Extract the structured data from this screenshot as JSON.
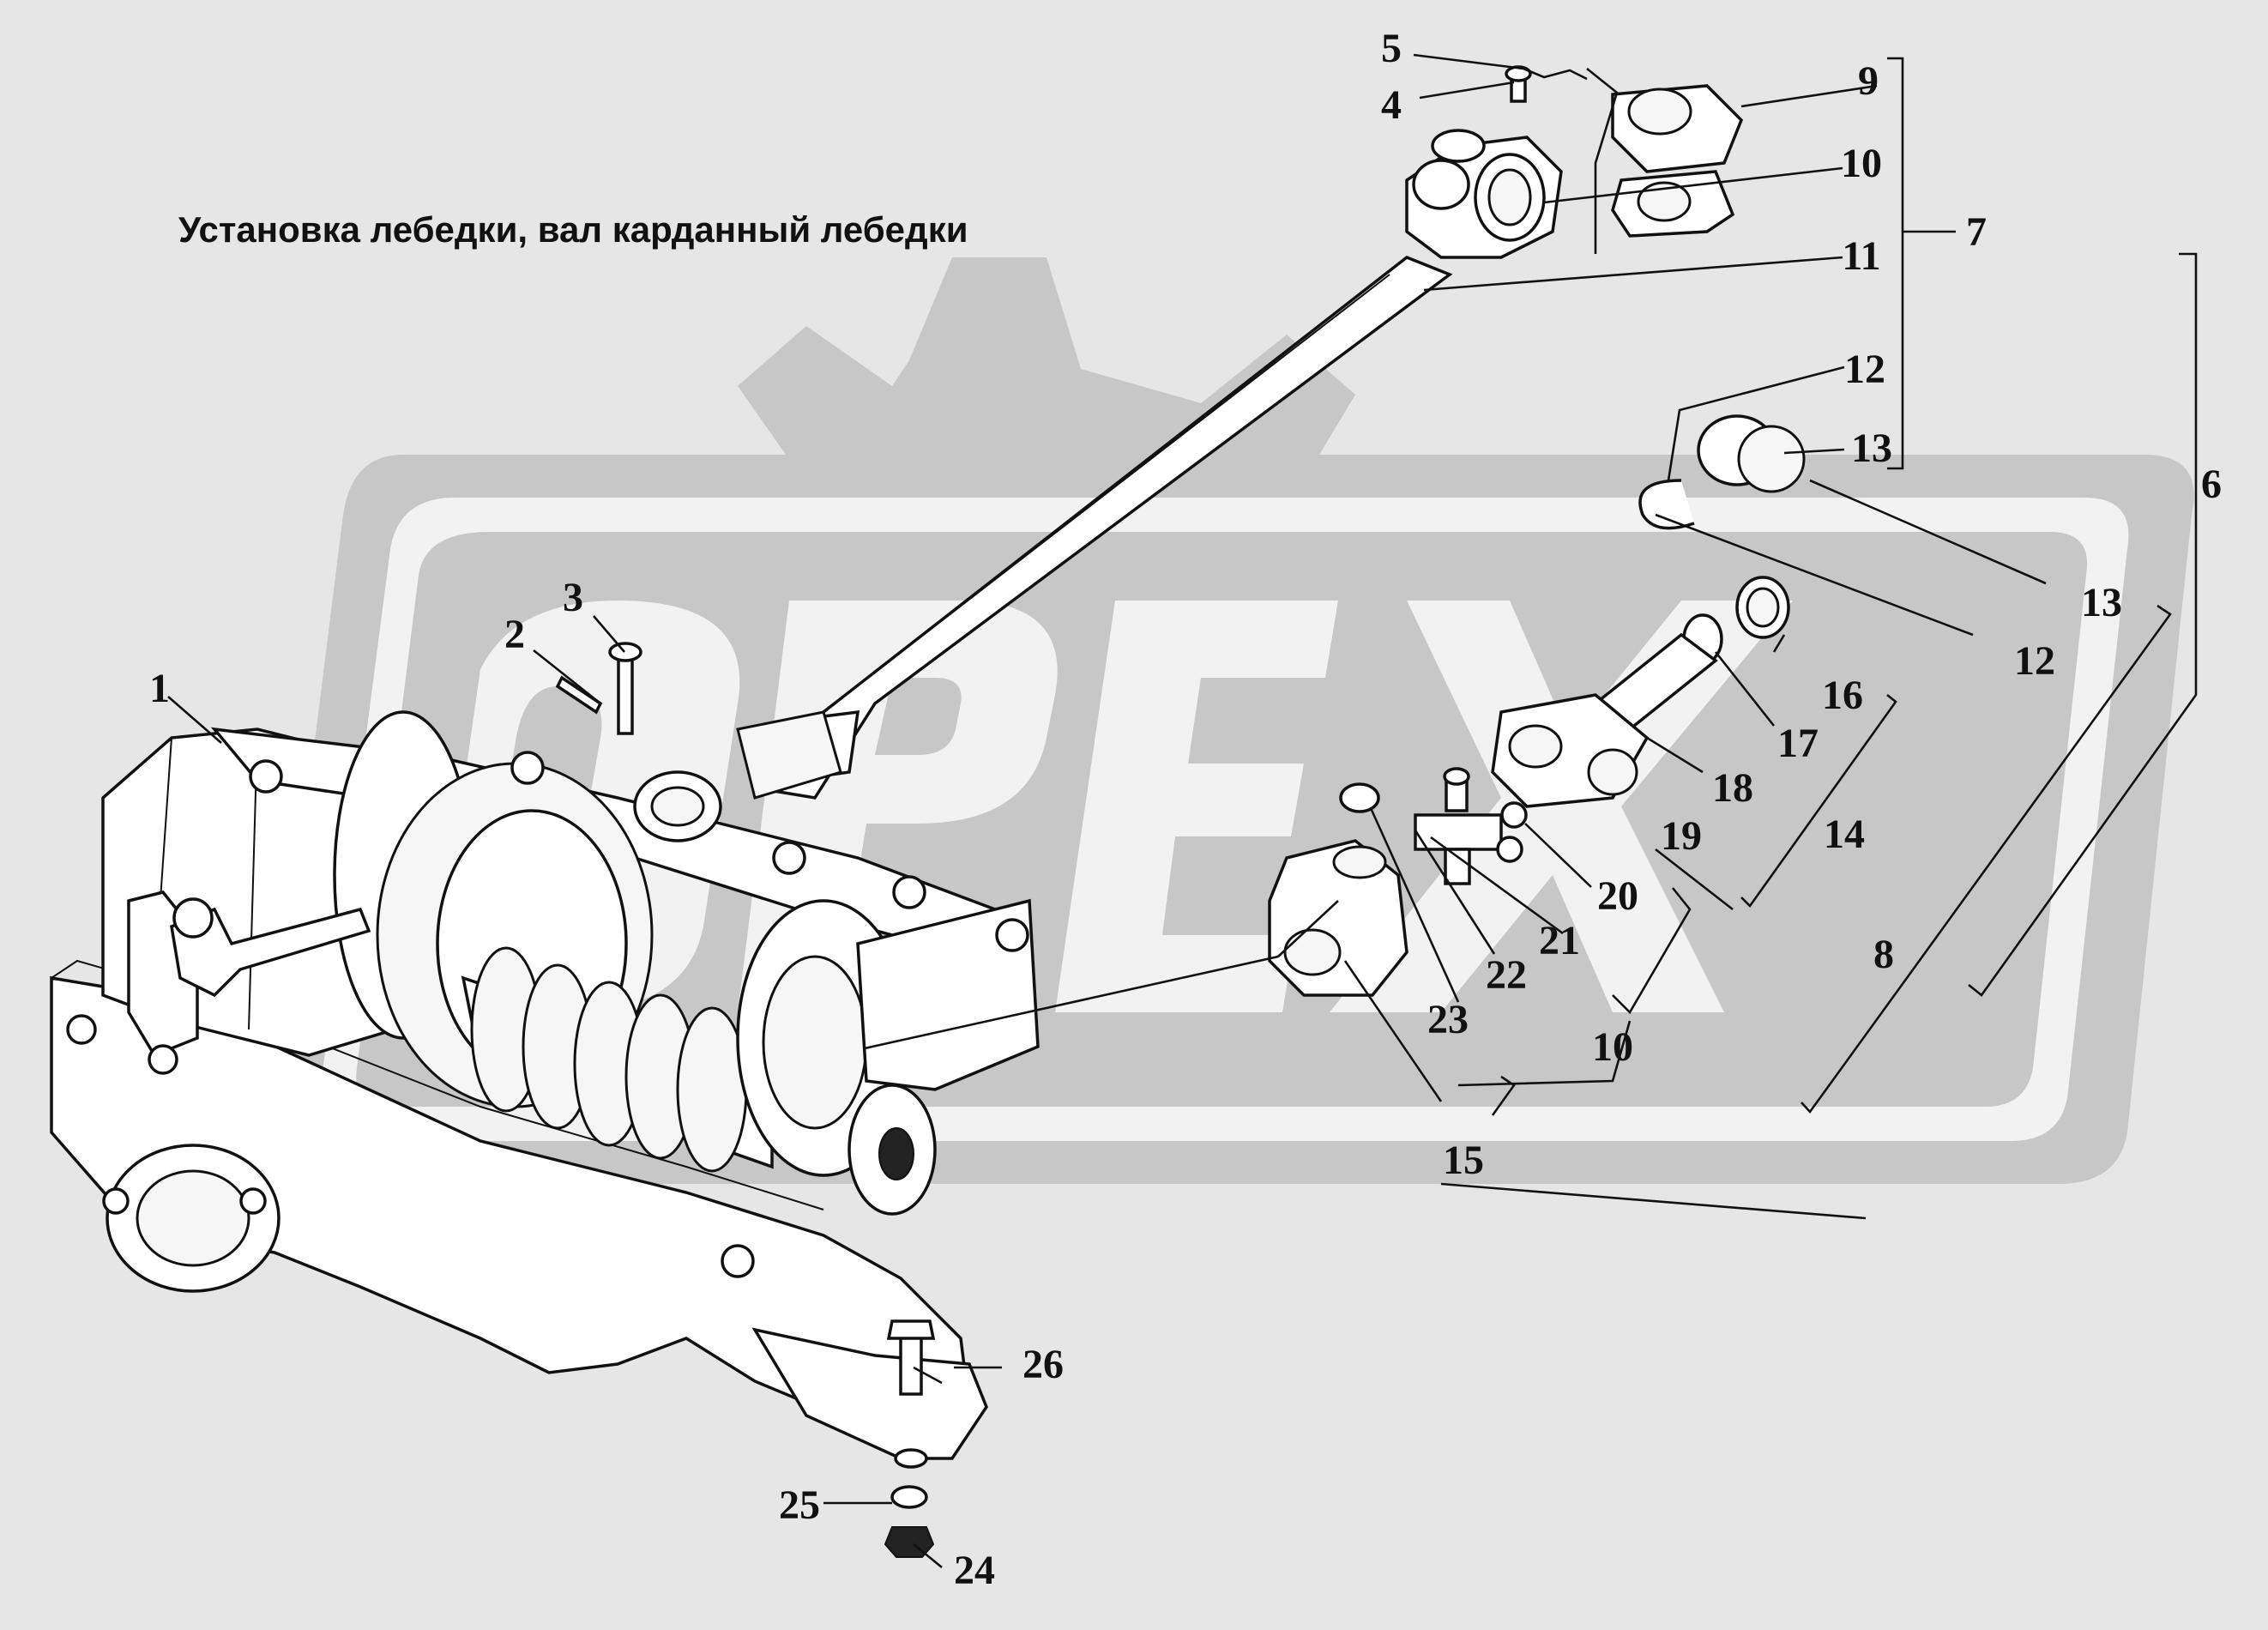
{
  "title": "Установка лебедки, вал карданный лебедки",
  "colors": {
    "background": "#e6e6e6",
    "watermark": "#c7c7c7",
    "ink": "#111111"
  },
  "callouts": [
    {
      "id": "c1",
      "label": "1"
    },
    {
      "id": "c2",
      "label": "2"
    },
    {
      "id": "c3",
      "label": "3"
    },
    {
      "id": "c4",
      "label": "4"
    },
    {
      "id": "c5",
      "label": "5"
    },
    {
      "id": "c6",
      "label": "6"
    },
    {
      "id": "c7",
      "label": "7"
    },
    {
      "id": "c8",
      "label": "8"
    },
    {
      "id": "c9",
      "label": "9"
    },
    {
      "id": "c10a",
      "label": "10"
    },
    {
      "id": "c10b",
      "label": "10"
    },
    {
      "id": "c11",
      "label": "11"
    },
    {
      "id": "c12a",
      "label": "12"
    },
    {
      "id": "c12b",
      "label": "12"
    },
    {
      "id": "c13a",
      "label": "13"
    },
    {
      "id": "c13b",
      "label": "13"
    },
    {
      "id": "c14",
      "label": "14"
    },
    {
      "id": "c15",
      "label": "15"
    },
    {
      "id": "c16",
      "label": "16"
    },
    {
      "id": "c17",
      "label": "17"
    },
    {
      "id": "c18",
      "label": "18"
    },
    {
      "id": "c19",
      "label": "19"
    },
    {
      "id": "c20",
      "label": "20"
    },
    {
      "id": "c21",
      "label": "21"
    },
    {
      "id": "c22",
      "label": "22"
    },
    {
      "id": "c23",
      "label": "23"
    },
    {
      "id": "c24",
      "label": "24"
    },
    {
      "id": "c25",
      "label": "25"
    },
    {
      "id": "c26",
      "label": "26"
    }
  ]
}
